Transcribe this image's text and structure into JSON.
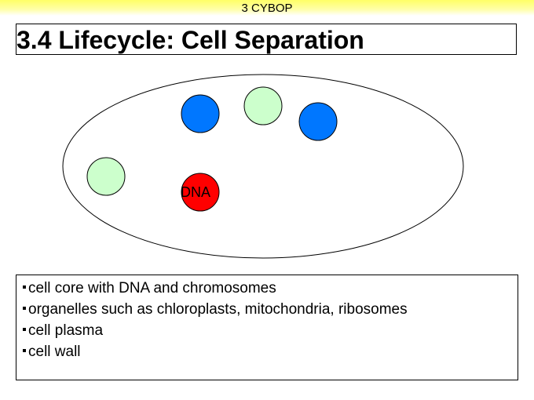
{
  "header": {
    "text": "3 CYBOP",
    "band_color": "#ffff66"
  },
  "title": "3.4 Lifecycle: Cell Separation",
  "diagram": {
    "ellipse_label": "",
    "dna_label": "DNA",
    "colors": {
      "dna": "#ff0000",
      "blue_organelle": "#0077ff",
      "green_organelle": "#ccffcc"
    }
  },
  "bullets": [
    "cell core with DNA and chromosomes",
    "organelles such as chloroplasts, mitochondria, ribosomes",
    "cell plasma",
    "cell wall"
  ]
}
